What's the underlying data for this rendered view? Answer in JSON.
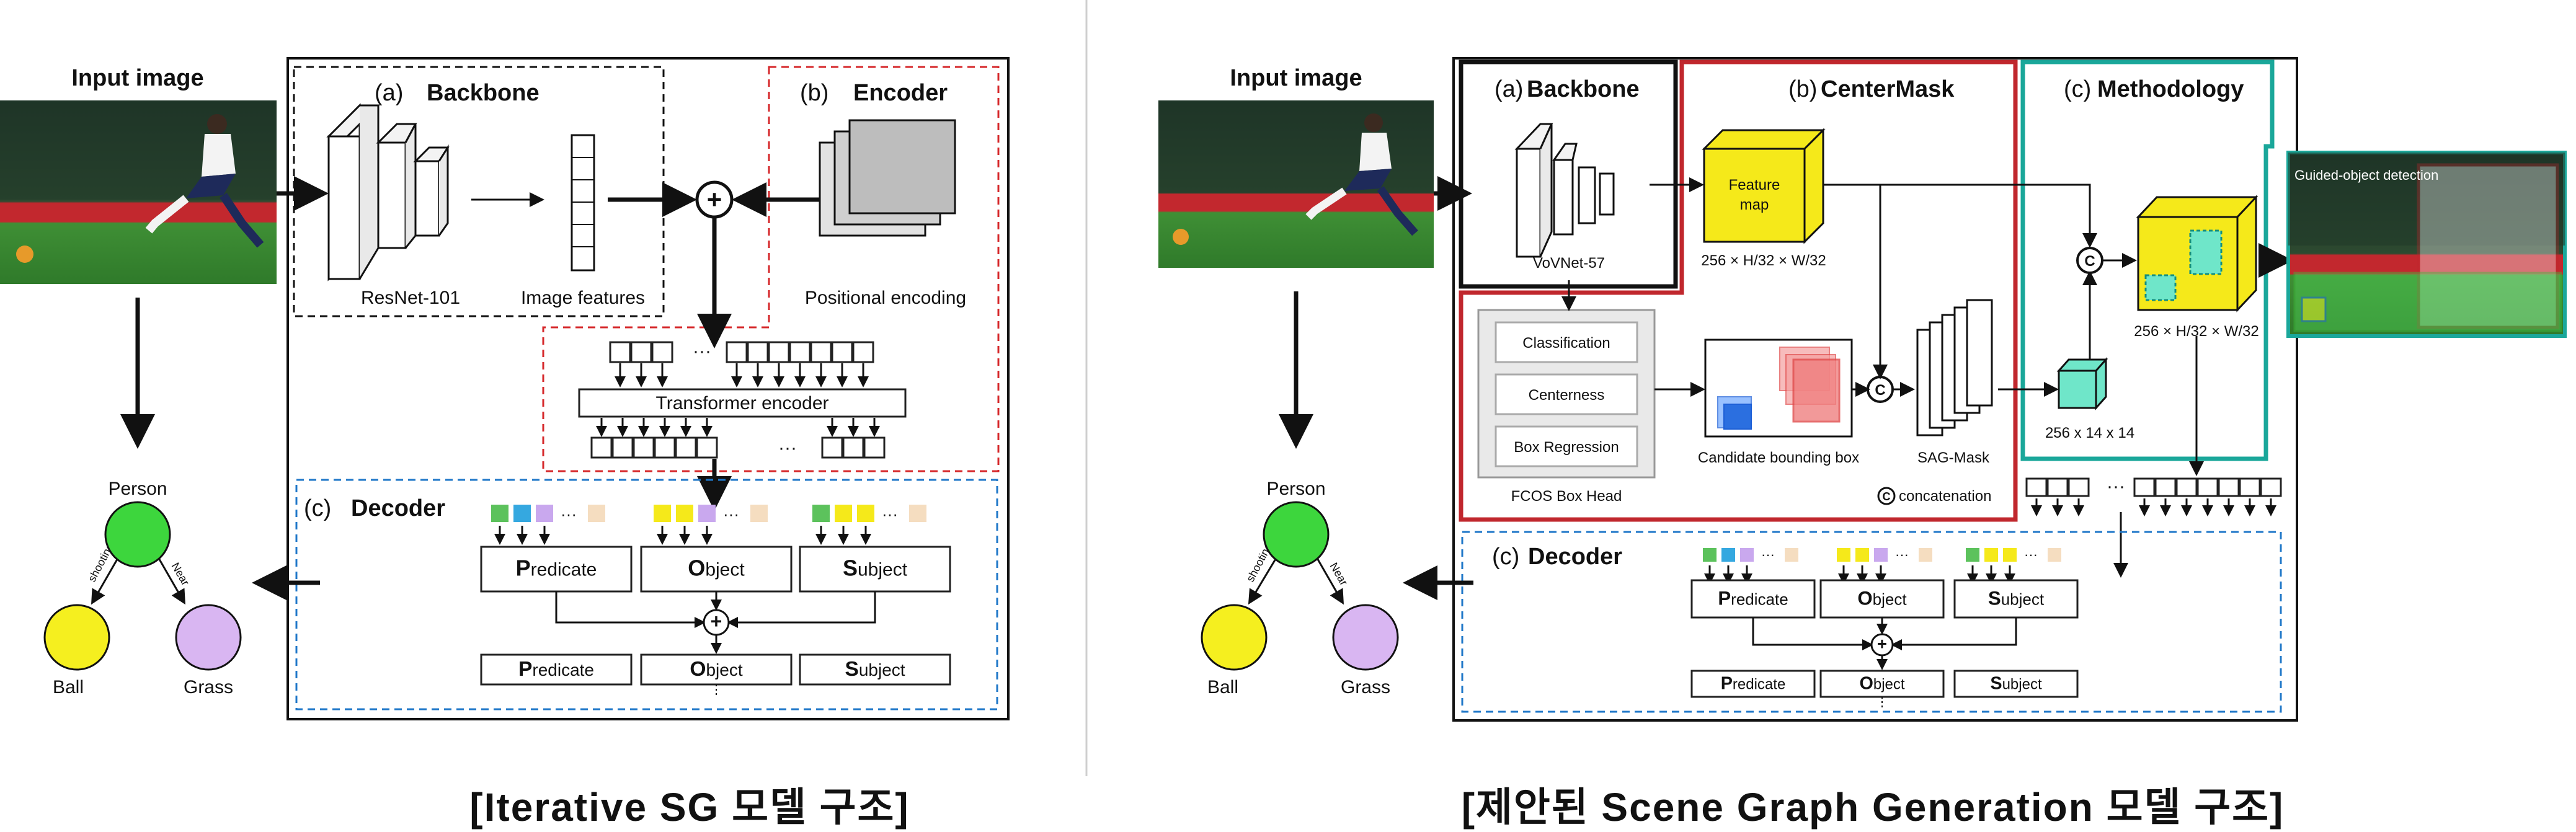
{
  "left": {
    "input_image_title": "Input image",
    "backbone": {
      "tag": "(a)",
      "title": "Backbone",
      "resnet_label": "ResNet-101",
      "features_label": "Image features"
    },
    "encoder": {
      "tag": "(b)",
      "title": "Encoder",
      "pos_label": "Positional encoding",
      "transformer_label": "Transformer encoder",
      "ellipsis": "···"
    },
    "decoder": {
      "tag": "(c)",
      "title": "Decoder",
      "ellipsis": "···",
      "heads": [
        {
          "first": "P",
          "rest": "redicate"
        },
        {
          "first": "O",
          "rest": "bject"
        },
        {
          "first": "S",
          "rest": "ubject"
        }
      ],
      "outputs": [
        {
          "first": "P",
          "rest": "redicate"
        },
        {
          "first": "O",
          "rest": "bject"
        },
        {
          "first": "S",
          "rest": "ubject"
        }
      ],
      "plus": "+"
    },
    "graph": {
      "nodes": [
        {
          "label": "Person",
          "color": "#3dd63d"
        },
        {
          "label": "Ball",
          "color": "#f5ef1f"
        },
        {
          "label": "Grass",
          "color": "#d9b6f2"
        }
      ],
      "edges": [
        "shooting",
        "Near"
      ]
    },
    "caption": "[Iterative SG 모델 구조]"
  },
  "right": {
    "input_image_title": "Input image",
    "backbone": {
      "tag": "(a)",
      "title": "Backbone",
      "vov_label": "VoVNet-57"
    },
    "centermask": {
      "tag": "(b)",
      "title": "CenterMask",
      "feature_map_label": [
        "Feature",
        "map"
      ],
      "feature_map_size": "256 × H/32 × W/32",
      "fcos_items": [
        "Classification",
        "Centerness",
        "Box Regression"
      ],
      "fcos_label": "FCOS Box Head",
      "candidate_label": "Candidate bounding box",
      "sag_label": "SAG-Mask",
      "concat_symbol": "C",
      "concat_legend": "concatenation"
    },
    "methodology": {
      "tag": "(c)",
      "title": "Methodology",
      "small_cube_size": "256 x 14 x 14",
      "big_cube_size": "256 × H/32 × W/32",
      "output_label": "Guided-object detection"
    },
    "decoder": {
      "tag": "(c)",
      "title": "Decoder",
      "ellipsis": "···",
      "heads": [
        {
          "first": "P",
          "rest": "redicate"
        },
        {
          "first": "O",
          "rest": "bject"
        },
        {
          "first": "S",
          "rest": "ubject"
        }
      ],
      "outputs": [
        {
          "first": "P",
          "rest": "redicate"
        },
        {
          "first": "O",
          "rest": "bject"
        },
        {
          "first": "S",
          "rest": "ubject"
        }
      ],
      "plus": "+"
    },
    "graph": {
      "nodes": [
        {
          "label": "Person",
          "color": "#3dd63d"
        },
        {
          "label": "Ball",
          "color": "#f5ef1f"
        },
        {
          "label": "Grass",
          "color": "#d9b6f2"
        }
      ],
      "edges": [
        "shooting",
        "Near"
      ]
    },
    "caption": "[제안된 Scene Graph Generation 모델 구조]"
  },
  "colors": {
    "backbone_dash": "#111111",
    "encoder_dash": "#d6282b",
    "decoder_dash": "#1f77c8",
    "centermask_border": "#c0272d",
    "methodology_border": "#1aa79a",
    "feature_cube": "#f5e91a",
    "teal_cube": "#6fe6c9",
    "query_colors": [
      "#5cc25c",
      "#35a8e0",
      "#c9a8ee",
      "#f5e91a",
      "#f5ddc0"
    ]
  }
}
